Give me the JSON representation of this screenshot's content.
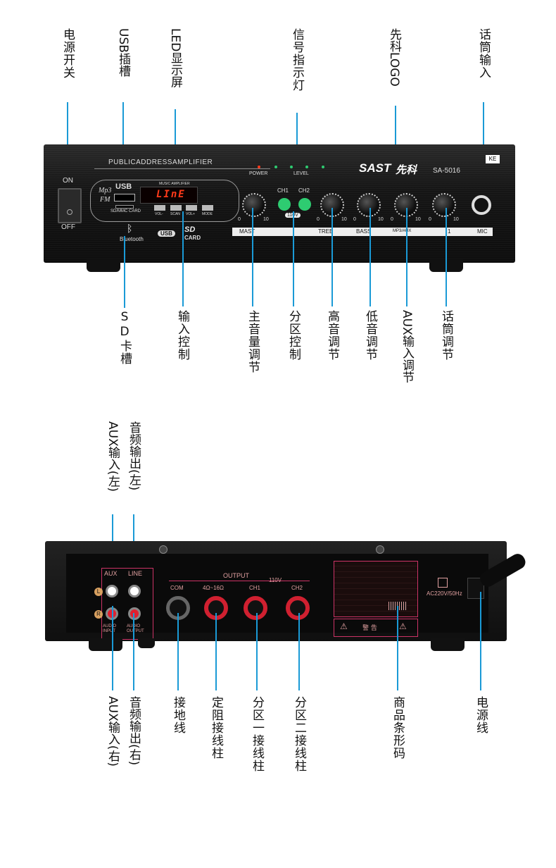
{
  "top_labels": {
    "power_switch": "电源开关",
    "usb_slot": "USB插槽",
    "led_display": "LED显示屏",
    "signal_light": "信号指示灯",
    "sast_logo": "先科LOGO",
    "mic_input": "话筒输入"
  },
  "mid_labels": {
    "sd_slot": "SD卡槽",
    "input_control": "输入控制",
    "master_volume": "主音量调节",
    "zone_control": "分区控制",
    "treble": "高音调节",
    "bass": "低音调节",
    "aux_volume": "AUX输入调节",
    "mic_volume": "话筒调节"
  },
  "rear_top_labels": {
    "aux_in_left": "AUX输入(左)",
    "audio_out_left": "音频输出(左)"
  },
  "rear_bottom_labels": {
    "aux_in_right": "AUX输入(右)",
    "audio_out_right": "音频输出(右)",
    "ground": "接地线",
    "fixed_terminal": "定阻接线柱",
    "zone1_terminal": "分区一接线柱",
    "zone2_terminal": "分区二接线柱",
    "barcode": "商品条形码",
    "power_cord": "电源线"
  },
  "front_panel": {
    "on": "ON",
    "off": "OFF",
    "model_title": "PUBLICADDRESSAMPLIFIER",
    "mp3": "Mp3",
    "fm": "FM",
    "usb": "USB",
    "music_amp": "MUSIC AMPLIFIER",
    "display": "LInE",
    "sd_mmc": "SD/MMC CARD",
    "vol_minus": "VOL-",
    "scan": "SCAN",
    "vol_plus": "VOL+",
    "mode": "MODE",
    "bluetooth": "Bluetooth",
    "usb_badge": "USB",
    "sd_card": "CARD",
    "power": "POWER",
    "level": "LEVEL",
    "brand": "SAST",
    "brand_cn": "先科",
    "model": "SA-5016",
    "ke": "KE",
    "ch1": "CH1",
    "ch2": "CH2",
    "v110": "110V",
    "mast": "MAST",
    "treb": "TREB",
    "bass": "BASS",
    "mp3aux": "MP3/AUX",
    "mic_num": "1",
    "mic": "MIC",
    "zero": "0",
    "ten": "10"
  },
  "rear_panel": {
    "aux": "AUX",
    "line": "LINE",
    "l": "L",
    "r": "R",
    "audio_input": "AUDIO INPUT",
    "audio_output": "AUDIO OUTPUT",
    "output": "OUTPUT",
    "com": "COM",
    "ohm": "4Ω~16Ω",
    "ch1": "CH1",
    "v110": "110V",
    "ch2": "CH2",
    "ac": "AC220V/50Hz",
    "warning": "警 告"
  },
  "colors": {
    "accent_line": "#1a9ad6",
    "panel": "#1b1b1b",
    "led": "#ff3a1a",
    "green": "#2ecc71"
  }
}
